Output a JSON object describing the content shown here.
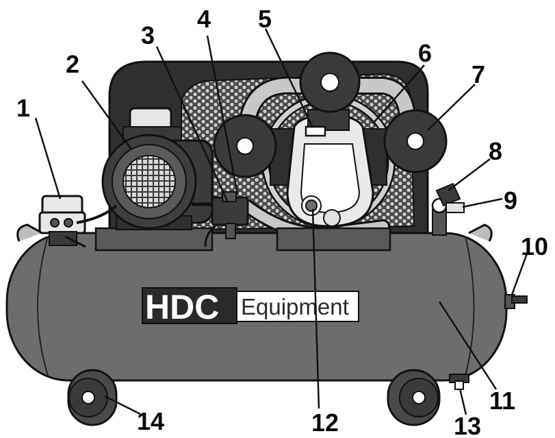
{
  "brand": {
    "primary": "HDC",
    "secondary": "Equipment"
  },
  "callouts": [
    {
      "id": 1,
      "label": "1"
    },
    {
      "id": 2,
      "label": "2"
    },
    {
      "id": 3,
      "label": "3"
    },
    {
      "id": 4,
      "label": "4"
    },
    {
      "id": 5,
      "label": "5"
    },
    {
      "id": 6,
      "label": "6"
    },
    {
      "id": 7,
      "label": "7"
    },
    {
      "id": 8,
      "label": "8"
    },
    {
      "id": 9,
      "label": "9"
    },
    {
      "id": 10,
      "label": "10"
    },
    {
      "id": 11,
      "label": "11"
    },
    {
      "id": 12,
      "label": "12"
    },
    {
      "id": 13,
      "label": "13"
    },
    {
      "id": 14,
      "label": "14"
    }
  ],
  "colors": {
    "tank": "#6d6d6d",
    "dark": "#2f2f2f",
    "mesh": "#bdbdbd",
    "light": "#e3e3e3",
    "outline": "#111111"
  }
}
